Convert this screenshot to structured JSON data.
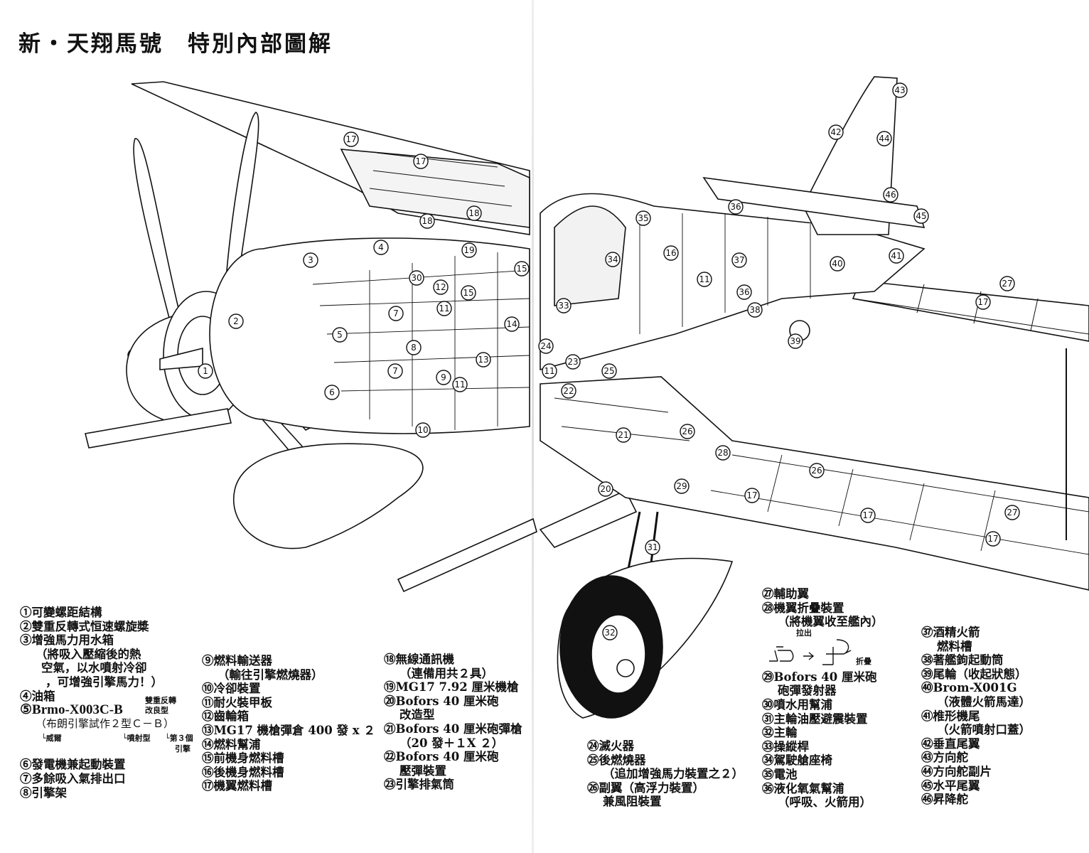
{
  "title": "新・天翔馬號　特別內部圖解",
  "callouts": [
    "17",
    "17",
    "18",
    "18",
    "3",
    "4",
    "19",
    "30",
    "15",
    "12",
    "15",
    "11",
    "7",
    "5",
    "14",
    "8",
    "7",
    "13",
    "9",
    "11",
    "6",
    "10",
    "2",
    "1",
    "43",
    "42",
    "44",
    "36",
    "35",
    "46",
    "45",
    "16",
    "34",
    "37",
    "41",
    "40",
    "11",
    "27",
    "36",
    "17",
    "33",
    "38",
    "39",
    "24",
    "23",
    "11",
    "25",
    "22",
    "21",
    "26",
    "28",
    "26",
    "20",
    "29",
    "17",
    "17",
    "27",
    "17",
    "31",
    "32"
  ],
  "legend_col1": {
    "l1": "①可變螺距結構",
    "l2": "②雙重反轉式恒速螺旋槳",
    "l3": "③增強馬力用水箱",
    "l3a": "（將吸入壓縮後的熱",
    "l3b": "空氣，以水噴射冷卻",
    "l3c": "，可增強引擎馬力！）",
    "l4": "④油箱",
    "l5": "⑤Brmo-X003C-B",
    "l5note": "雙重反轉",
    "l5note2": "改良型",
    "l5a": "（布朗引擎試作２型Ｃ－Ｂ）",
    "l5b1": "└威爾",
    "l5b2": "└噴射型",
    "l5b3": "└第３個",
    "l5b4": "引擎",
    "l6": "⑥發電機兼起動裝置",
    "l7": "⑦多餘吸入氣排出口",
    "l8": "⑧引擎架"
  },
  "legend_col2": [
    "⑨燃料輸送器",
    "（輸往引擎燃燒器）",
    "⑩冷卻裝置",
    "⑪耐火裝甲板",
    "⑫齒輪箱",
    "⑬MG17 機槍彈倉 400 發 x ２",
    "⑭燃料幫浦",
    "⑮前機身燃料槽",
    "⑯後機身燃料槽",
    "⑰機翼燃料槽"
  ],
  "legend_col3": [
    "⑱無線通訊機",
    "（連備用共２具）",
    "⑲MG17 7.92 厘米機槍",
    "⑳Bofors 40 厘米砲",
    "改造型",
    "㉑Bofors 40 厘米砲彈槍",
    "（20 發＋１X ２）",
    "㉒Bofors 40 厘米砲",
    "壓彈裝置",
    "㉓引擎排氣筒"
  ],
  "legend_col4": [
    "㉔滅火器",
    "㉕後燃燒器",
    "（追加增強馬力裝置之２）",
    "㉖副翼（高浮力裝置）",
    "兼風阻裝置"
  ],
  "legend_col5": {
    "top": [
      "㉗輔助翼",
      "㉘機翼折疊裝置",
      "（將機翼收至艦內）"
    ],
    "sketch_pull": "拉出",
    "sketch_fold": "折疊",
    "bottom": [
      "㉙Bofors 40 厘米砲",
      "砲彈發射器",
      "㉚噴水用幫浦",
      "㉛主輪油壓避震裝置",
      "㉜主輪",
      "㉝操縱桿",
      "㉞駕駛艙座椅",
      "㉟電池",
      "㊱液化氧氣幫浦",
      "（呼吸、火箭用）"
    ]
  },
  "legend_col6": [
    "㊲酒精火箭",
    "燃料槽",
    "㊳著艦鉤起動筒",
    "㊴尾輪（收起狀態）",
    "㊵Brom-X001G",
    "（液體火箭馬達）",
    "㊶椎形機尾",
    "（火箭噴射口蓋）",
    "㊷垂直尾翼",
    "㊸方向舵",
    "㊹方向舵副片",
    "㊺水平尾翼",
    "㊻昇降舵"
  ]
}
